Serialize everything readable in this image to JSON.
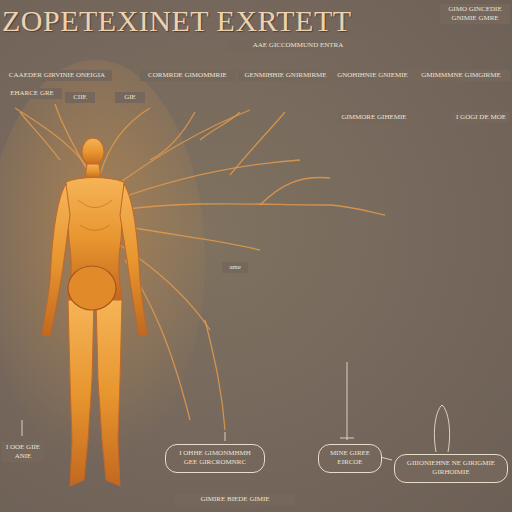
{
  "diagram": {
    "title": "ZOPETEXINET EXRTETT",
    "nodes": [
      {
        "text": [
          "I OHHE GIMONMHMH GEE GIRCROMNRC"
        ]
      },
      {
        "text": [
          "MINE GIREE EIRCOE"
        ]
      },
      {
        "text": [
          "GIIIONIEHNE NE GIRIGMIE GIRHOIMIE"
        ]
      }
    ],
    "labels": [
      "AAE GICCOMMUND ENTRA",
      "GIMO GINCEDIE GNIMIE GMRE",
      "CAAEDER GIRVINIE ONEIGIA",
      "CORMRDE GIMOMMRIE",
      "GENMIHHIE GNIRMIRME",
      "GNOHIHNIE GNIEMIE",
      "GMIMMMNE GIMGIRME",
      "EHARCE GRE",
      "CIIE",
      "GIE",
      "GIMMORE GIHEMIE",
      "I GOGI DE MOE",
      "ame",
      "I OOE GIIE ANIE",
      "GIMIRE BIEDE GIMIE"
    ]
  }
}
